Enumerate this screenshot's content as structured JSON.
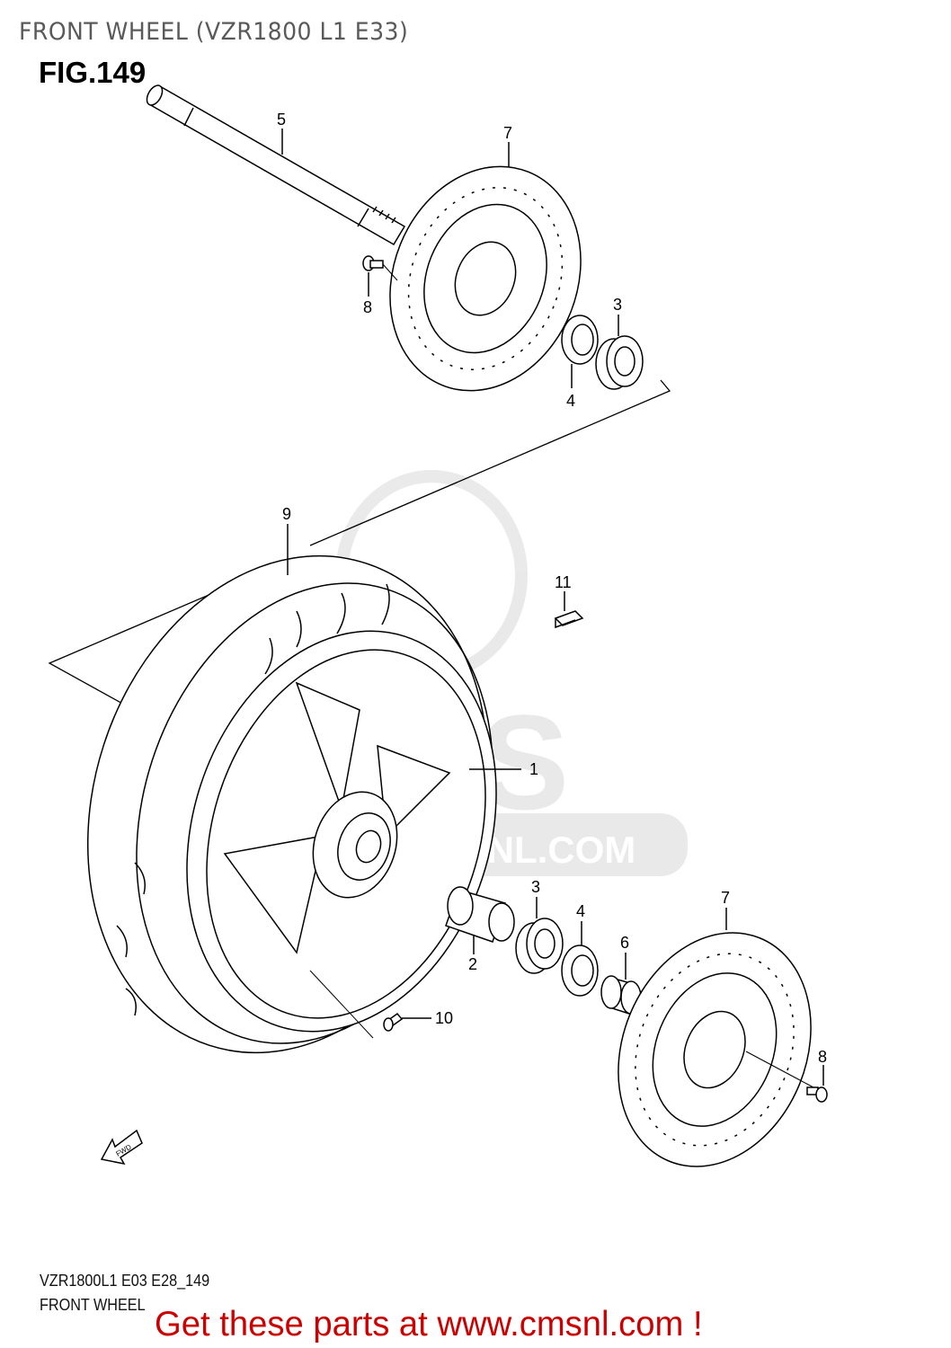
{
  "header": {
    "title": "FRONT WHEEL (VZR1800 L1 E33)",
    "figure": "FIG.149"
  },
  "diagram": {
    "callouts": {
      "axle": "5",
      "disc_top": "7",
      "bolt_top": "8",
      "bearing_top": "3",
      "seal_top": "4",
      "tire": "9",
      "wheel": "1",
      "weight": "11",
      "spacer": "2",
      "bearing_bottom": "3",
      "seal_bottom": "4",
      "spacer_right": "6",
      "disc_bottom": "7",
      "bolt_bottom": "8",
      "valve": "10"
    },
    "fwd_arrow": "FWD",
    "watermark": "WWW.CMSNL.COM",
    "line_color": "#000000"
  },
  "footer": {
    "code": "VZR1800L1  E03 E28_149",
    "name": "FRONT WHEEL",
    "promo": "Get these parts at www.cmsnl.com !",
    "promo_color": "#cc0000"
  }
}
